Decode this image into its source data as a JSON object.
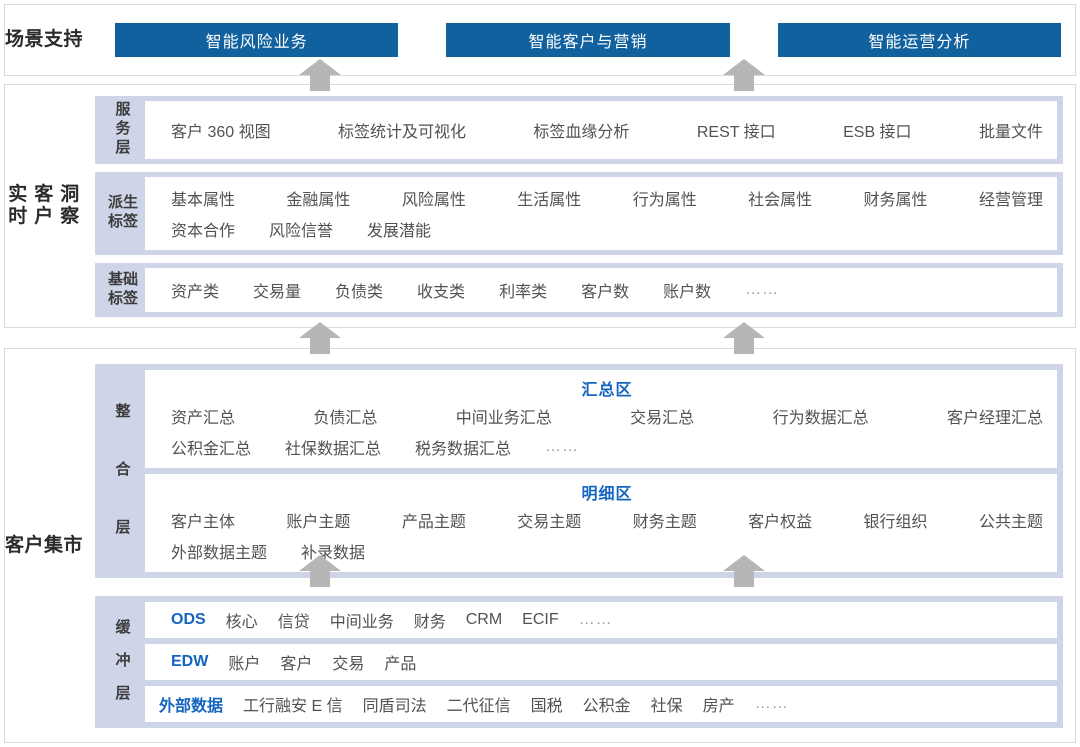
{
  "colors": {
    "brand_blue": "#11619f",
    "accent_blue": "#1565c0",
    "band_bg": "#cfd5e8",
    "arrow_gray": "#b3b3b3",
    "frame_border": "#d9d9d9"
  },
  "sections": {
    "scene": {
      "title_line1": "场景",
      "title_line2": "支持",
      "buttons": [
        "智能风险业务",
        "智能客户与营销",
        "智能运营分析"
      ]
    },
    "insight": {
      "title_line1": "实时",
      "title_line2": "客户",
      "title_line3": "洞察",
      "bands": [
        {
          "label_chars": [
            "服",
            "务",
            "层"
          ],
          "rows": [
            [
              "客户 360 视图",
              "标签统计及可视化",
              "标签血缘分析",
              "REST 接口",
              "ESB 接口",
              "批量文件"
            ]
          ]
        },
        {
          "label_chars": [
            "派生",
            "标签"
          ],
          "rows": [
            [
              "基本属性",
              "金融属性",
              "风险属性",
              "生活属性",
              "行为属性",
              "社会属性",
              "财务属性",
              "经营管理"
            ],
            [
              "资本合作",
              "风险信誉",
              "发展潜能"
            ]
          ]
        },
        {
          "label_chars": [
            "基础",
            "标签"
          ],
          "rows": [
            [
              "资产类",
              "交易量",
              "负债类",
              "收支类",
              "利率类",
              "客户数",
              "账户数",
              "……"
            ]
          ]
        }
      ]
    },
    "mart": {
      "title_line1": "客户",
      "title_line2": "集市",
      "integration": {
        "label_chars": [
          "整",
          "合",
          "层"
        ],
        "zones": [
          {
            "zone_title": "汇总区",
            "rows": [
              [
                "资产汇总",
                "负债汇总",
                "中间业务汇总",
                "交易汇总",
                "行为数据汇总",
                "客户经理汇总"
              ],
              [
                "公积金汇总",
                "社保数据汇总",
                "税务数据汇总",
                "……"
              ]
            ]
          },
          {
            "zone_title": "明细区",
            "rows": [
              [
                "客户主体",
                "账户主题",
                "产品主题",
                "交易主题",
                "财务主题",
                "客户权益",
                "银行组织",
                "公共主题"
              ],
              [
                "外部数据主题",
                "补录数据"
              ]
            ]
          }
        ]
      },
      "buffer": {
        "label_chars": [
          "缓",
          "冲",
          "层"
        ],
        "rows": [
          {
            "accent": "ODS",
            "items": [
              "核心",
              "信贷",
              "中间业务",
              "财务",
              "CRM",
              "ECIF",
              "……"
            ]
          },
          {
            "accent": "EDW",
            "items": [
              "账户",
              "客户",
              "交易",
              "产品"
            ]
          },
          {
            "accent": "外部数据",
            "items": [
              "工行融安 E 信",
              "同盾司法",
              "二代征信",
              "国税",
              "公积金",
              "社保",
              "房产",
              "……"
            ]
          }
        ]
      }
    }
  },
  "arrows": [
    {
      "name": "arrow-insight-to-scene-left"
    },
    {
      "name": "arrow-insight-to-scene-right"
    },
    {
      "name": "arrow-mart-to-insight-left"
    },
    {
      "name": "arrow-mart-to-insight-right"
    },
    {
      "name": "arrow-integration-to-insight-left"
    },
    {
      "name": "arrow-integration-to-insight-right"
    },
    {
      "name": "arrow-buffer-to-integration-left"
    },
    {
      "name": "arrow-buffer-to-integration-right"
    }
  ]
}
